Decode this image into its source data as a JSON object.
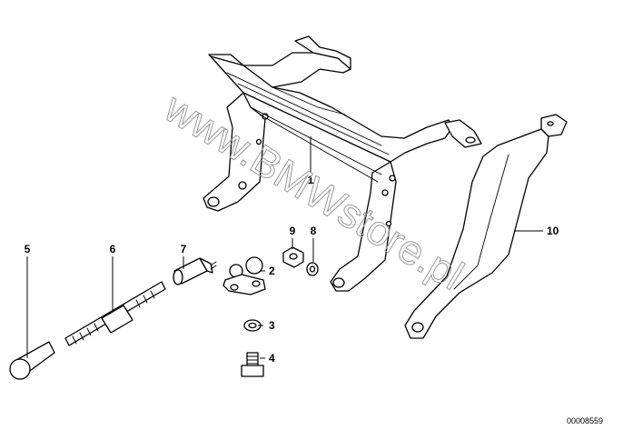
{
  "diagram": {
    "callouts": [
      "1",
      "2",
      "3",
      "4",
      "5",
      "6",
      "7",
      "8",
      "9",
      "10"
    ],
    "reference_number": "00008559",
    "watermark": "www.BMWstore.pl"
  }
}
